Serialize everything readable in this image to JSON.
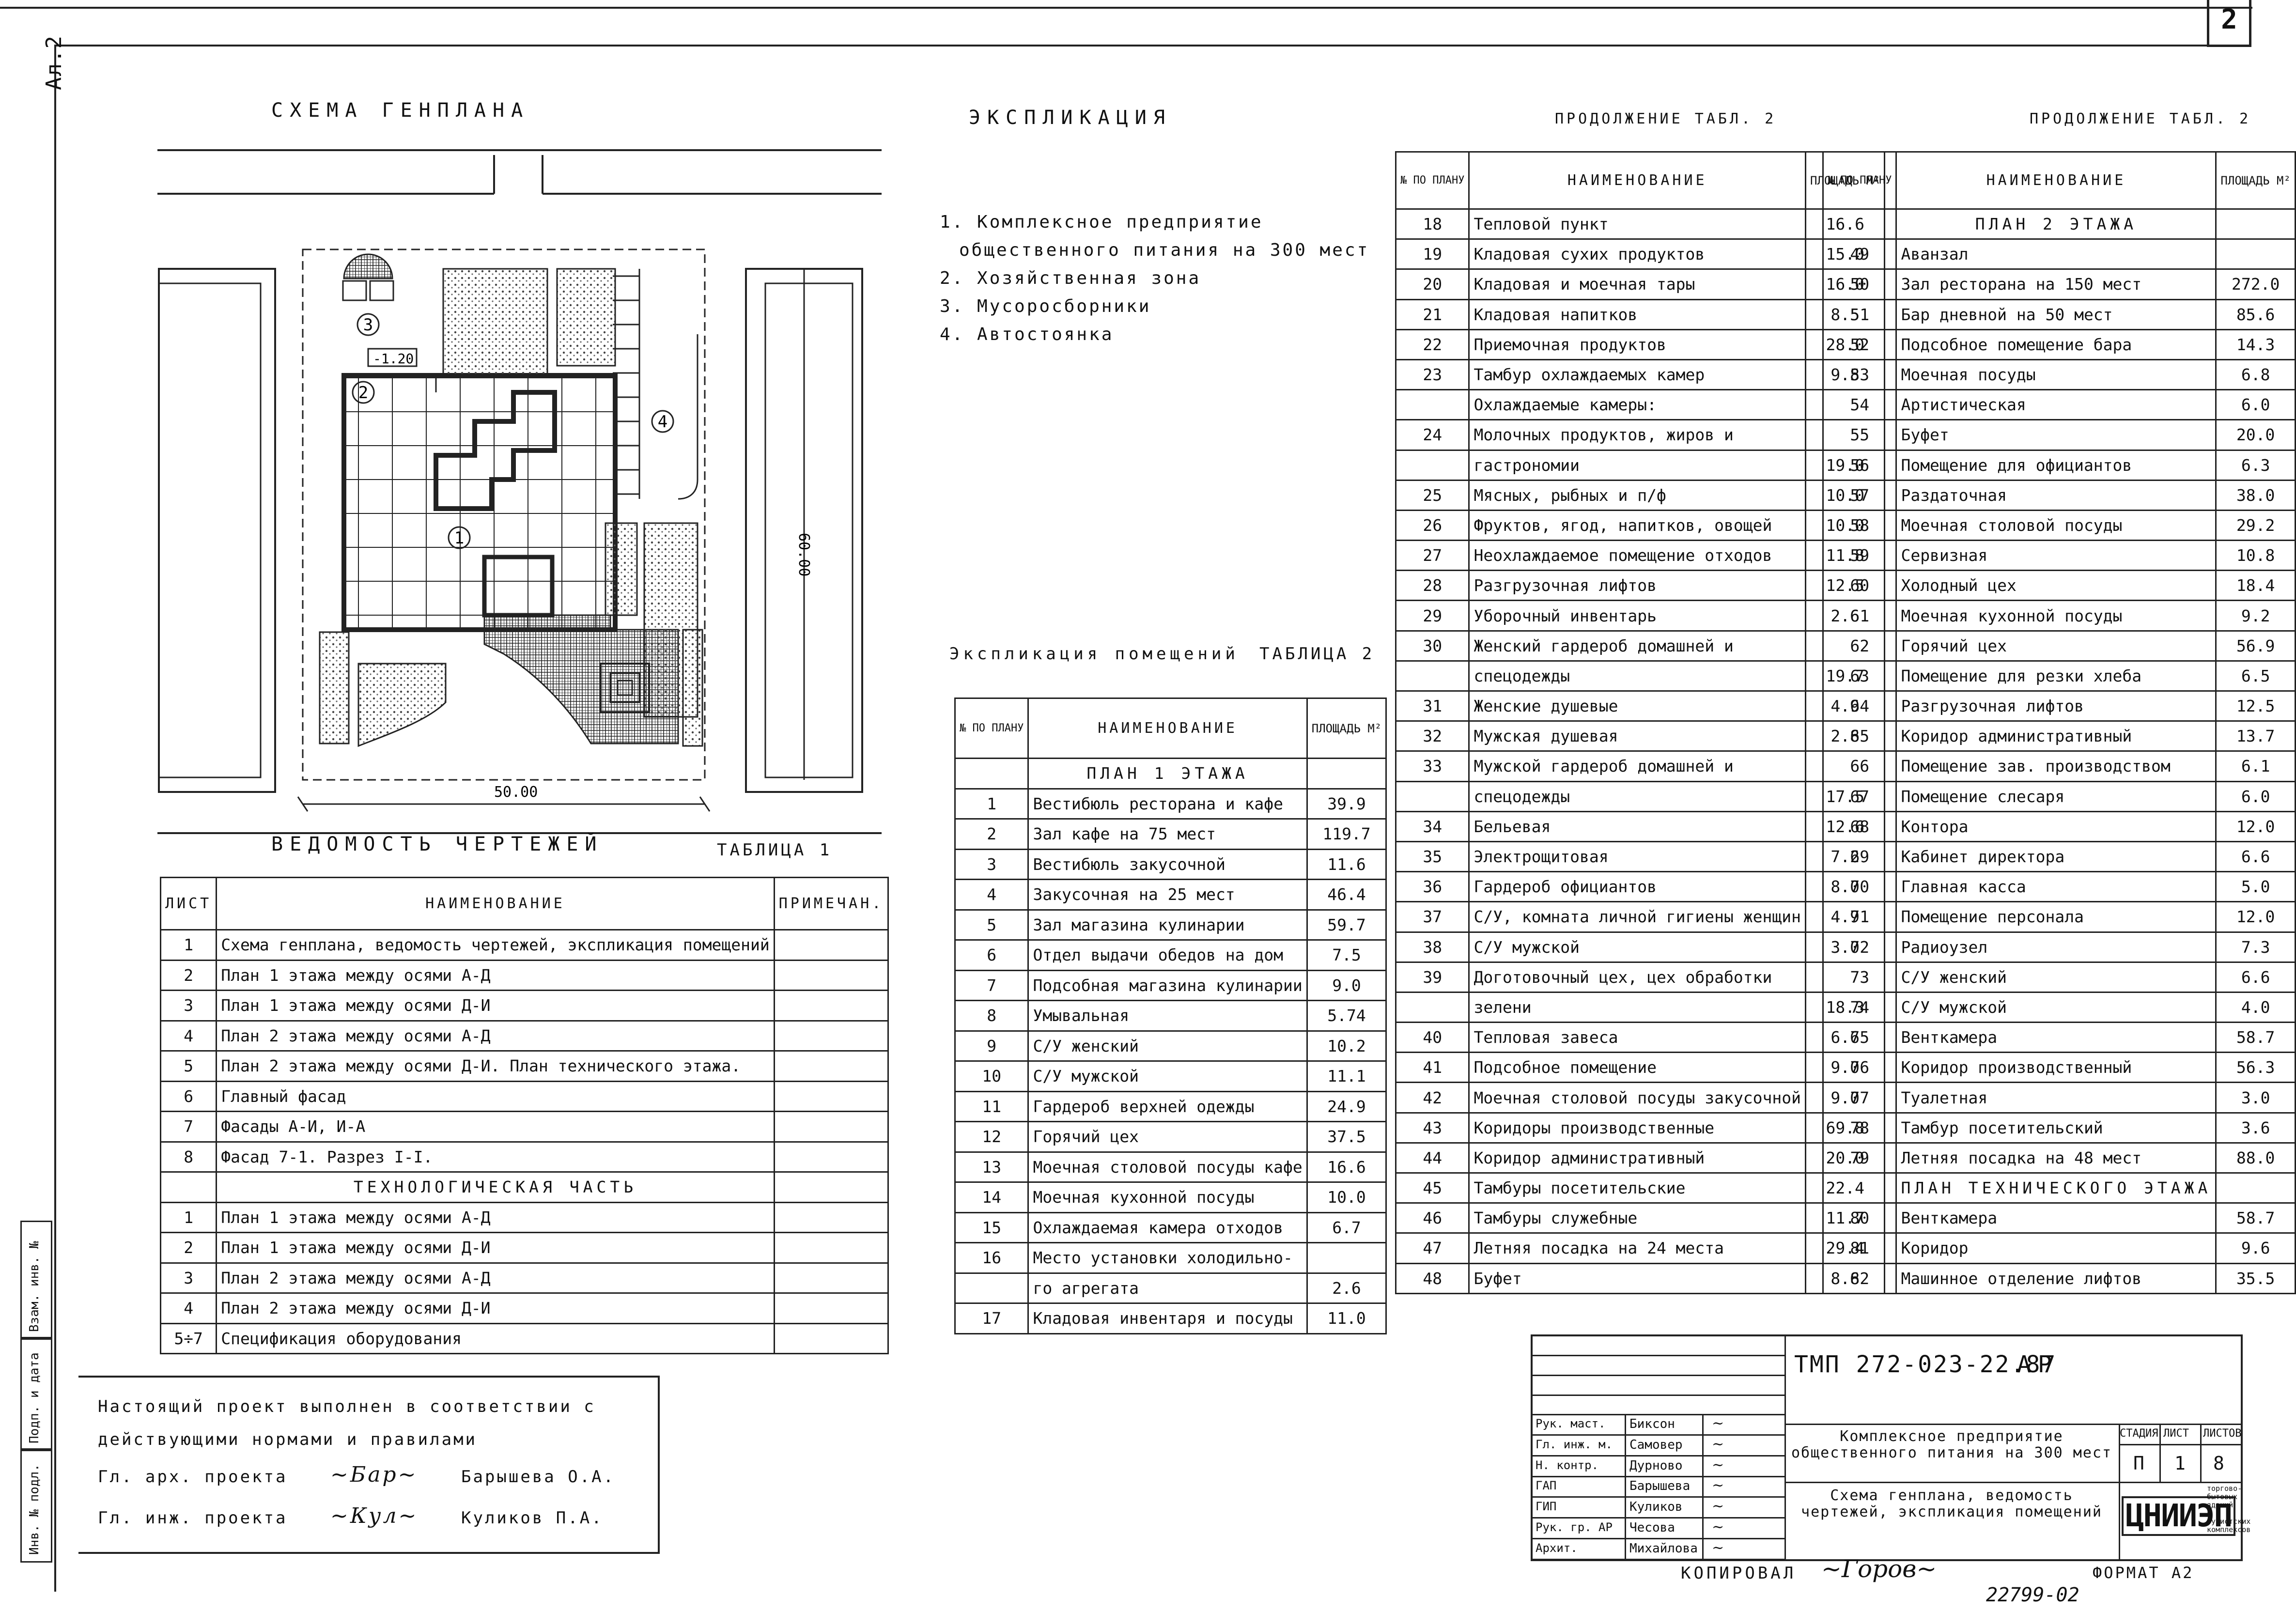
{
  "sheet": {
    "number": "2",
    "margin_code": "Ал.2",
    "stamp_code": "22799-02",
    "copied_label": "КОПИРОВАЛ",
    "format": "ФОРМАТ А2"
  },
  "plan": {
    "title": "Схема генплана",
    "dim_width": "50.00",
    "dim_height": "60.00",
    "level": "-1.20",
    "markers": [
      "1",
      "2",
      "3",
      "4"
    ]
  },
  "explication": {
    "title": "Экспликация",
    "items": [
      "1. Комплексное предприятие",
      "общественного питания на 300 мест",
      "2. Хозяйственная зона",
      "3. Мусоросборники",
      "4. Автостоянка"
    ]
  },
  "drawings": {
    "title": "Ведомость чертежей",
    "table_label": "ТАБЛИЦА 1",
    "headers": [
      "ЛИСТ",
      "НАИМЕНОВАНИЕ",
      "ПРИМЕЧАН."
    ],
    "rows": [
      [
        "1",
        "Схема генплана, ведомость чертежей, экспликация помещений",
        ""
      ],
      [
        "2",
        "План 1 этажа между осями А-Д",
        ""
      ],
      [
        "3",
        "План 1 этажа между осями Д-И",
        ""
      ],
      [
        "4",
        "План 2 этажа между осями А-Д",
        ""
      ],
      [
        "5",
        "План 2 этажа между осями Д-И. План технического этажа.",
        ""
      ],
      [
        "6",
        "Главный фасад",
        ""
      ],
      [
        "7",
        "Фасады А-И, И-А",
        ""
      ],
      [
        "8",
        "Фасад 7-1. Разрез I-I.",
        ""
      ],
      [
        "",
        "ТЕХНОЛОГИЧЕСКАЯ ЧАСТЬ",
        ""
      ],
      [
        "1",
        "План 1 этажа между осями А-Д",
        ""
      ],
      [
        "2",
        "План 1 этажа между осями Д-И",
        ""
      ],
      [
        "3",
        "План 2 этажа между осями А-Д",
        ""
      ],
      [
        "4",
        "План 2 этажа между осями Д-И",
        ""
      ],
      [
        "5÷7",
        "Спецификация оборудования",
        ""
      ]
    ]
  },
  "rooms1": {
    "title": "Экспликация помещений",
    "table_label": "ТАБЛИЦА 2",
    "headers": [
      "№ ПО ПЛАНУ",
      "НАИМЕНОВАНИЕ",
      "ПЛОЩАДЬ М²"
    ],
    "rows": [
      [
        "",
        "ПЛАН 1 ЭТАЖА",
        ""
      ],
      [
        "1",
        "Вестибюль ресторана и кафе",
        "39.9"
      ],
      [
        "2",
        "Зал кафе на 75 мест",
        "119.7"
      ],
      [
        "3",
        "Вестибюль закусочной",
        "11.6"
      ],
      [
        "4",
        "Закусочная на 25 мест",
        "46.4"
      ],
      [
        "5",
        "Зал магазина кулинарии",
        "59.7"
      ],
      [
        "6",
        "Отдел выдачи обедов на дом",
        "7.5"
      ],
      [
        "7",
        "Подсобная магазина кулинарии",
        "9.0"
      ],
      [
        "8",
        "Умывальная",
        "5.74"
      ],
      [
        "9",
        "С/У женский",
        "10.2"
      ],
      [
        "10",
        "С/У мужской",
        "11.1"
      ],
      [
        "11",
        "Гардероб верхней одежды",
        "24.9"
      ],
      [
        "12",
        "Горячий цех",
        "37.5"
      ],
      [
        "13",
        "Моечная столовой посуды кафе",
        "16.6"
      ],
      [
        "14",
        "Моечная кухонной посуды",
        "10.0"
      ],
      [
        "15",
        "Охлаждаемая камера отходов",
        "6.7"
      ],
      [
        "16",
        "Место установки холодильно-",
        ""
      ],
      [
        "",
        "го агрегата",
        "2.6"
      ],
      [
        "17",
        "Кладовая инвентаря и посуды",
        "11.0"
      ]
    ]
  },
  "rooms2": {
    "title": "ПРОДОЛЖЕНИЕ ТАБЛ. 2",
    "headers": [
      "№ ПО ПЛАНУ",
      "НАИМЕНОВАНИЕ",
      "ПЛОЩАДЬ М²"
    ],
    "rows": [
      [
        "18",
        "Тепловой пункт",
        "16.6"
      ],
      [
        "19",
        "Кладовая сухих продуктов",
        "15.0"
      ],
      [
        "20",
        "Кладовая и моечная тары",
        "16.0"
      ],
      [
        "21",
        "Кладовая напитков",
        "8.5"
      ],
      [
        "22",
        "Приемочная продуктов",
        "28.0"
      ],
      [
        "23",
        "Тамбур охлаждаемых камер",
        "9.8"
      ],
      [
        "",
        "Охлаждаемые камеры:",
        ""
      ],
      [
        "24",
        "Молочных продуктов, жиров и",
        ""
      ],
      [
        "",
        "гастрономии",
        "19.0"
      ],
      [
        "25",
        "Мясных, рыбных и п/ф",
        "10.0"
      ],
      [
        "26",
        "Фруктов, ягод, напитков, овощей",
        "10.0"
      ],
      [
        "27",
        "Неохлаждаемое помещение отходов",
        "11.8"
      ],
      [
        "28",
        "Разгрузочная лифтов",
        "12.5"
      ],
      [
        "29",
        "Уборочный инвентарь",
        "2.6"
      ],
      [
        "30",
        "Женский гардероб домашней и",
        ""
      ],
      [
        "",
        "спецодежды",
        "19.7"
      ],
      [
        "31",
        "Женские душевые",
        "4.9"
      ],
      [
        "32",
        "Мужская душевая",
        "2.8"
      ],
      [
        "33",
        "Мужской гардероб домашней и",
        ""
      ],
      [
        "",
        "спецодежды",
        "17.5"
      ],
      [
        "34",
        "Бельевая",
        "12.6"
      ],
      [
        "35",
        "Электрощитовая",
        "7.2"
      ],
      [
        "36",
        "Гардероб официантов",
        "8.0"
      ],
      [
        "37",
        "С/У, комната личной гигиены женщин",
        "4.9"
      ],
      [
        "38",
        "С/У мужской",
        "3.0"
      ],
      [
        "39",
        "Доготовочный цех, цех обработки",
        ""
      ],
      [
        "",
        "зелени",
        "18.3"
      ],
      [
        "40",
        "Тепловая завеса",
        "6.6"
      ],
      [
        "41",
        "Подсобное помещение",
        "9.0"
      ],
      [
        "42",
        "Моечная столовой посуды закусочной",
        "9.0"
      ],
      [
        "43",
        "Коридоры производственные",
        "69.8"
      ],
      [
        "44",
        "Коридор административный",
        "20.0"
      ],
      [
        "45",
        "Тамбуры посетительские",
        "22.4"
      ],
      [
        "46",
        "Тамбуры служебные",
        "11.7"
      ],
      [
        "47",
        "Летняя посадка на 24 места",
        "29.4"
      ],
      [
        "48",
        "Буфет",
        "8.6"
      ]
    ]
  },
  "rooms3": {
    "title": "ПРОДОЛЖЕНИЕ ТАБЛ. 2",
    "headers": [
      "№ ПО ПЛАНУ",
      "НАИМЕНОВАНИЕ",
      "ПЛОЩАДЬ М²"
    ],
    "rows": [
      [
        "",
        "ПЛАН 2 ЭТАЖА",
        ""
      ],
      [
        "49",
        "Аванзал",
        ""
      ],
      [
        "50",
        "Зал ресторана на 150 мест",
        "272.0"
      ],
      [
        "51",
        "Бар дневной на 50 мест",
        "85.6"
      ],
      [
        "52",
        "Подсобное помещение бара",
        "14.3"
      ],
      [
        "53",
        "Моечная посуды",
        "6.8"
      ],
      [
        "54",
        "Артистическая",
        "6.0"
      ],
      [
        "55",
        "Буфет",
        "20.0"
      ],
      [
        "56",
        "Помещение для официантов",
        "6.3"
      ],
      [
        "57",
        "Раздаточная",
        "38.0"
      ],
      [
        "58",
        "Моечная столовой посуды",
        "29.2"
      ],
      [
        "59",
        "Сервизная",
        "10.8"
      ],
      [
        "60",
        "Холодный цех",
        "18.4"
      ],
      [
        "61",
        "Моечная кухонной посуды",
        "9.2"
      ],
      [
        "62",
        "Горячий цех",
        "56.9"
      ],
      [
        "63",
        "Помещение для резки хлеба",
        "6.5"
      ],
      [
        "64",
        "Разгрузочная лифтов",
        "12.5"
      ],
      [
        "65",
        "Коридор административный",
        "13.7"
      ],
      [
        "66",
        "Помещение зав. производством",
        "6.1"
      ],
      [
        "67",
        "Помещение слесаря",
        "6.0"
      ],
      [
        "68",
        "Контора",
        "12.0"
      ],
      [
        "69",
        "Кабинет директора",
        "6.6"
      ],
      [
        "70",
        "Главная касса",
        "5.0"
      ],
      [
        "71",
        "Помещение персонала",
        "12.0"
      ],
      [
        "72",
        "Радиоузел",
        "7.3"
      ],
      [
        "73",
        "С/У женский",
        "6.6"
      ],
      [
        "74",
        "С/У мужской",
        "4.0"
      ],
      [
        "75",
        "Венткамера",
        "58.7"
      ],
      [
        "76",
        "Коридор производственный",
        "56.3"
      ],
      [
        "77",
        "Туалетная",
        "3.0"
      ],
      [
        "78",
        "Тамбур посетительский",
        "3.6"
      ],
      [
        "79",
        "Летняя посадка на 48 мест",
        "88.0"
      ],
      [
        "",
        "ПЛАН ТЕХНИЧЕСКОГО ЭТАЖА",
        ""
      ],
      [
        "80",
        "Венткамера",
        "58.7"
      ],
      [
        "81",
        "Коридор",
        "9.6"
      ],
      [
        "82",
        "Машинное отделение лифтов",
        "35.5"
      ]
    ]
  },
  "notes": {
    "line1": "Настоящий проект выполнен в соответствии с",
    "line2": "действующими нормами и правилами",
    "role1": "Гл. арх. проекта",
    "name1": "Барышева О.А.",
    "role2": "Гл. инж. проекта",
    "name2": "Куликов П.А."
  },
  "side_stamp": [
    "Инв. № подл.",
    "Подп. и дата",
    "Взам. инв. №"
  ],
  "title_block": {
    "code": "ТМП 272-023-22.87",
    "section": "АР",
    "roles": [
      "Рук. маст.",
      "Гл. инж. м.",
      "Н. контр.",
      "ГАП",
      "ГИП",
      "Рук. гр. АР",
      "Архит."
    ],
    "people": [
      "Биксон",
      "Самовер",
      "Дурново",
      "Барышева",
      "Куликов",
      "Чесова",
      "Михайлова"
    ],
    "object": "Комплексное предприятие общественного питания на 300 мест",
    "sheet_name": "Схема генплана, ведомость чертежей, экспликация помещений",
    "stage_label": "СТАДИЯ",
    "sheet_label": "ЛИСТ",
    "sheets_label": "ЛИСТОВ",
    "stage": "П",
    "sheet": "1",
    "sheets": "8",
    "org": "ЦНИИЭП",
    "org_sub": "торгово-бытовых зданий и туристских комплексов"
  }
}
